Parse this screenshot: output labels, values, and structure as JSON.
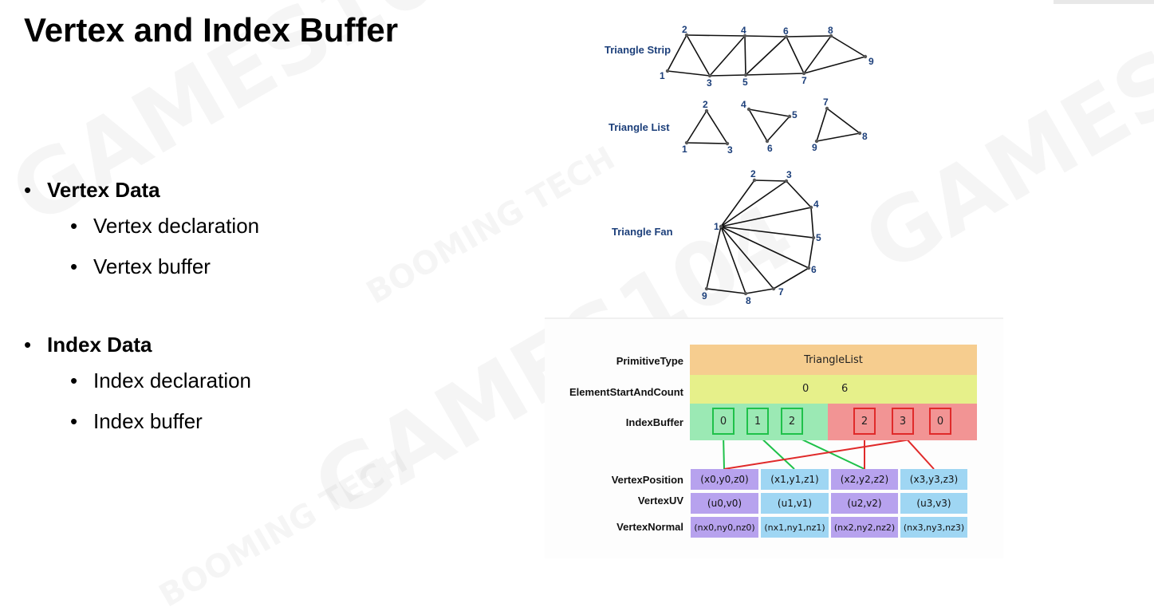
{
  "slide": {
    "title": "Vertex and Index Buffer",
    "sections": [
      {
        "heading": "Vertex Data",
        "items": [
          "Vertex declaration",
          "Vertex buffer"
        ]
      },
      {
        "heading": "Index Data",
        "items": [
          "Index declaration",
          "Index buffer"
        ]
      }
    ],
    "bullet_glyph": "•"
  },
  "diagram": {
    "strip": {
      "label": "Triangle Strip",
      "numbers": [
        "1",
        "2",
        "3",
        "4",
        "5",
        "6",
        "7",
        "8",
        "9"
      ]
    },
    "list": {
      "label": "Triangle List",
      "numbers": [
        "1",
        "2",
        "3",
        "4",
        "5",
        "6",
        "7",
        "8",
        "9"
      ]
    },
    "fan": {
      "label": "Triangle Fan",
      "numbers": [
        "1",
        "2",
        "3",
        "4",
        "5",
        "6",
        "7",
        "8",
        "9"
      ]
    },
    "label_color": "#1c3f7a"
  },
  "buffer_table": {
    "labels": {
      "primitive_type": "PrimitiveType",
      "element_start": "ElementStartAndCount",
      "index_buffer": "IndexBuffer",
      "vertex_position": "VertexPosition",
      "vertex_uv": "VertexUV",
      "vertex_normal": "VertexNormal"
    },
    "primitive_type_value": "TriangleList",
    "element_start_value": "0",
    "element_count_value": "6",
    "indices_green": [
      "0",
      "1",
      "2"
    ],
    "indices_red": [
      "2",
      "3",
      "0"
    ],
    "vertex_position": [
      "(x0,y0,z0)",
      "(x1,y1,z1)",
      "(x2,y2,z2)",
      "(x3,y3,z3)"
    ],
    "vertex_uv": [
      "(u0,v0)",
      "(u1,v1)",
      "(u2,v2)",
      "(u3,v3)"
    ],
    "vertex_normal": [
      "(nx0,ny0,nz0)",
      "(nx1,ny1,nz1)",
      "(nx2,ny2,nz2)",
      "(nx3,ny3,nz3)"
    ],
    "colors": {
      "primitive_band": "#f6cd8f",
      "element_band": "#e6f08a",
      "green_band": "#9be9b4",
      "red_band": "#f29494",
      "green_line": "#1fc14a",
      "red_line": "#e02a2a",
      "purple_cell": "#b7a2ee",
      "blue_cell": "#9fd6f3"
    }
  },
  "watermarks": [
    "GAMES104",
    "BOOMING TECH"
  ]
}
